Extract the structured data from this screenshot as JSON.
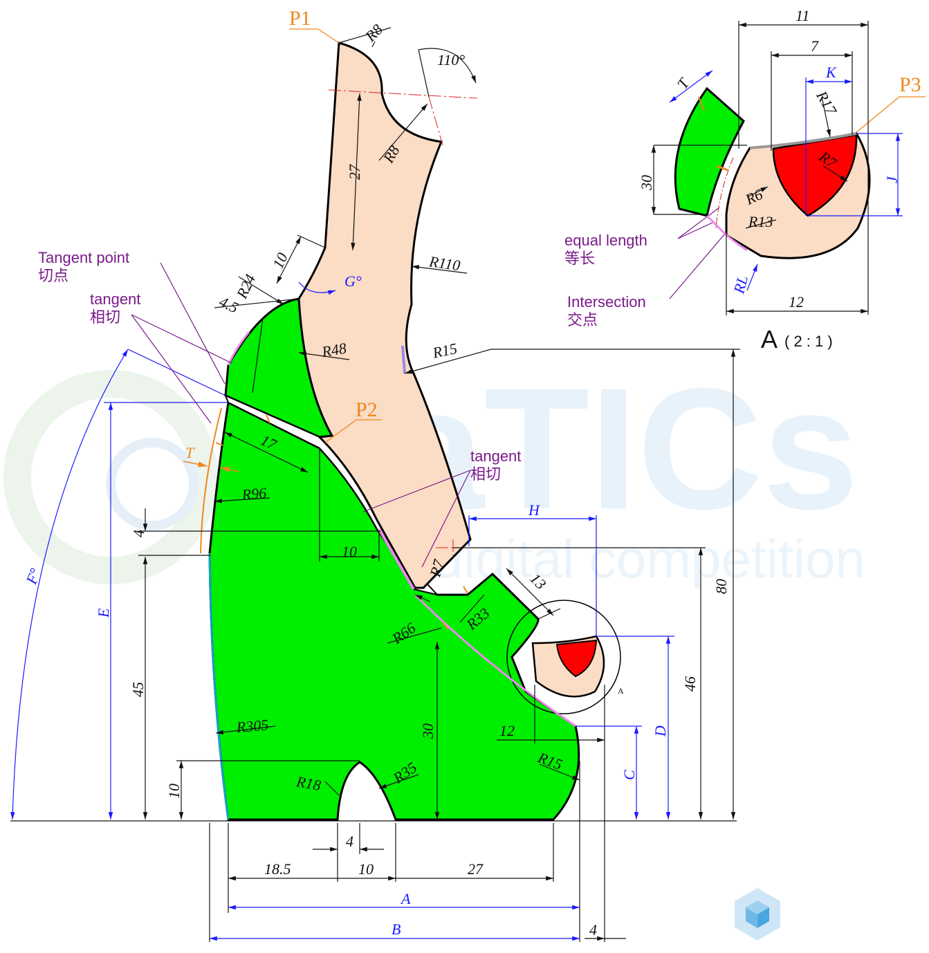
{
  "watermark": {
    "brand": "CaTICs",
    "subtitle": "CAD digital competition"
  },
  "points": {
    "p1": "P1",
    "p2": "P2",
    "p3": "P3"
  },
  "annotations": {
    "tangent_point_en": "Tangent point",
    "tangent_point_cn": "切点",
    "tangent1_en": "tangent",
    "tangent1_cn": "相切",
    "tangent2_en": "tangent",
    "tangent2_cn": "相切",
    "equal_length_en": "equal length",
    "equal_length_cn": "等长",
    "intersection_en": "Intersection",
    "intersection_cn": "交点"
  },
  "detail": {
    "title": "A",
    "scale": "( 2 : 1 )",
    "circle_label": "A"
  },
  "dimensions": {
    "r8_top": "R8",
    "angle_110": "110°",
    "r8_inner": "R8",
    "d27_vert": "27",
    "d10_top": "10",
    "g_angle": "G°",
    "r110": "R110",
    "r24": "R24",
    "d4_5": "4.5",
    "r48": "R48",
    "r15_mid": "R15",
    "d17": "17",
    "t_left": "T",
    "r96": "R96",
    "d4_left": "4",
    "d10_mid": "10",
    "r7": "R7",
    "h": "H",
    "d13": "13",
    "r33": "R33",
    "r66": "R66",
    "d80": "80",
    "d46": "46",
    "d30": "30",
    "d_dim": "D",
    "d12_mid": "12",
    "c_dim": "C",
    "r15_right": "R15",
    "r305": "R305",
    "r18": "R18",
    "r35": "R35",
    "d10_left": "10",
    "d45": "45",
    "e_dim": "E",
    "f_angle": "F°",
    "d4_bot": "4",
    "d18_5": "18.5",
    "d10_bot": "10",
    "d27_bot": "27",
    "a_dim": "A",
    "b_dim": "B",
    "d4_right": "4",
    "det_11": "11",
    "det_7": "7",
    "det_k": "K",
    "det_t": "T",
    "det_r17": "R17",
    "det_r7": "R7",
    "det_30": "30",
    "det_r6": "R6",
    "det_r13": "R13",
    "det_j": "J",
    "det_rl": "RL",
    "det_12": "12"
  },
  "colors": {
    "green": "#00ee00",
    "peach": "#fbdcc4",
    "red": "#ff0000",
    "orange": "#f0861e",
    "purple": "#7a1a8a",
    "blue": "#1a1aff"
  }
}
